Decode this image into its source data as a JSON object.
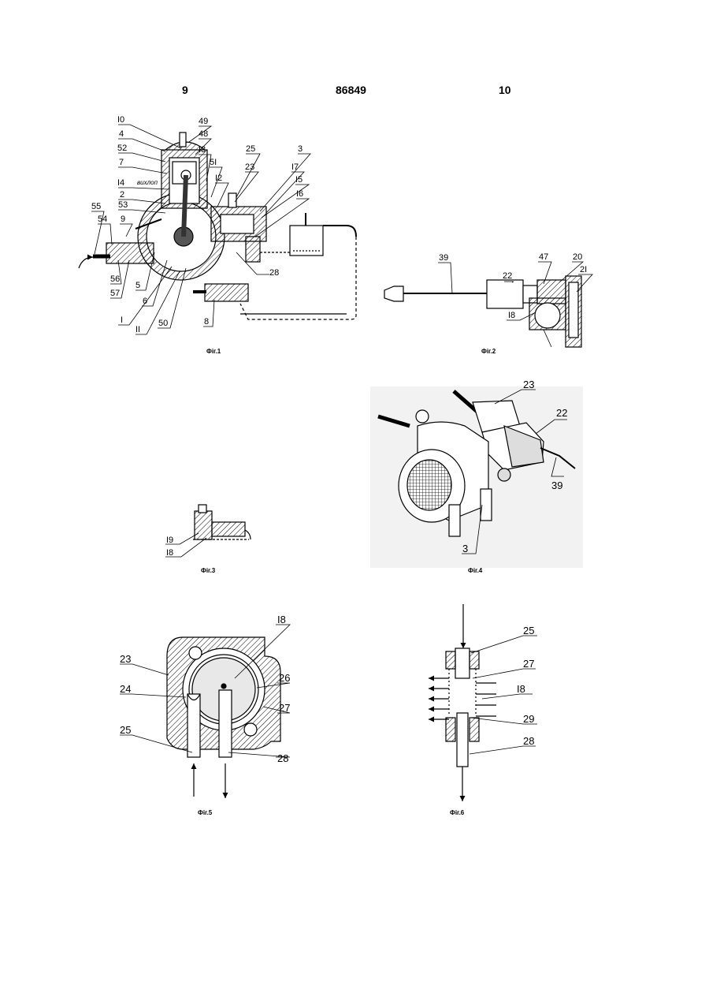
{
  "header": {
    "left_page": "9",
    "patent_number": "86849",
    "right_page": "10"
  },
  "captions": {
    "fig1": "Фіг.1",
    "fig2": "Фіг.2",
    "fig3": "Фіг.3",
    "fig4": "Фіг.4",
    "fig5": "Фіг.5",
    "fig6": "Фіг.6"
  },
  "fig1": {
    "exhaust_text": "вихлоп",
    "labels": [
      "I0",
      "49",
      "4",
      "48",
      "52",
      "I3",
      "25",
      "3",
      "7",
      "5I",
      "23",
      "I7",
      "I4",
      "I2",
      "I5",
      "2",
      "I6",
      "53",
      "55",
      "54",
      "9",
      "56",
      "57",
      "5",
      "28",
      "6",
      "I",
      "II",
      "50",
      "8"
    ]
  },
  "fig2": {
    "labels": [
      "39",
      "22",
      "47",
      "20",
      "2I",
      "I8"
    ]
  },
  "fig3": {
    "labels": [
      "I9",
      "I8"
    ]
  },
  "fig4": {
    "labels": [
      "23",
      "22",
      "39",
      "3"
    ]
  },
  "fig5": {
    "labels": [
      "I8",
      "23",
      "26",
      "24",
      "27",
      "25",
      "28"
    ]
  },
  "fig6": {
    "labels": [
      "25",
      "27",
      "I8",
      "29",
      "28"
    ]
  }
}
